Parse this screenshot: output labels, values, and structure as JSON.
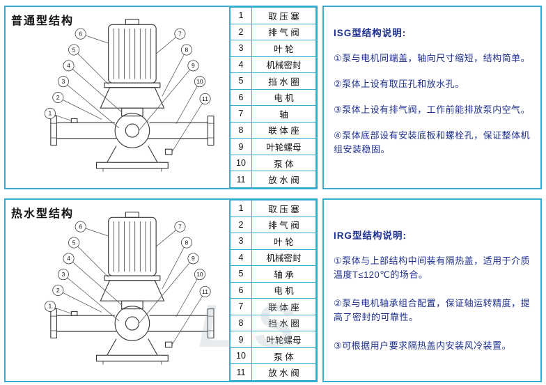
{
  "colors": {
    "accent": "#35aed3",
    "desc_text": "#1c2f8e",
    "diagram_line": "#3a3a3a"
  },
  "watermark": "LS",
  "sections": [
    {
      "title": "普通型结构",
      "callouts": [
        "6",
        "5",
        "4",
        "3",
        "2",
        "1",
        "7",
        "8",
        "9",
        "10",
        "11"
      ],
      "parts": [
        {
          "no": "1",
          "name": "取 压 塞"
        },
        {
          "no": "2",
          "name": "排 气 阀"
        },
        {
          "no": "3",
          "name": "叶  轮"
        },
        {
          "no": "4",
          "name": "机械密封"
        },
        {
          "no": "5",
          "name": "挡 水 圈"
        },
        {
          "no": "6",
          "name": "电  机"
        },
        {
          "no": "7",
          "name": "轴"
        },
        {
          "no": "8",
          "name": "联 体 座"
        },
        {
          "no": "9",
          "name": "叶轮螺母"
        },
        {
          "no": "10",
          "name": "泵  体"
        },
        {
          "no": "11",
          "name": "放 水 阀"
        }
      ],
      "desc_title": "ISG型结构说明:",
      "desc_lines": [
        "①泵与电机同端盖，轴向尺寸缩短，结构简单。",
        "②泵体上设有取压孔和放水孔。",
        "③泵体上设有排气阀，工作前能排放泵内空气。",
        "④泵体底部设有安装底板和螺栓孔，保证整体机组安装稳固。"
      ]
    },
    {
      "title": "热水型结构",
      "callouts": [
        "6",
        "5",
        "4",
        "3",
        "2",
        "1",
        "7",
        "8",
        "9",
        "10",
        "11"
      ],
      "parts": [
        {
          "no": "1",
          "name": "取 压 塞"
        },
        {
          "no": "2",
          "name": "排 气 阀"
        },
        {
          "no": "3",
          "name": "叶  轮"
        },
        {
          "no": "4",
          "name": "机械密封"
        },
        {
          "no": "5",
          "name": "轴  承"
        },
        {
          "no": "6",
          "name": "电  机"
        },
        {
          "no": "7",
          "name": "联 体 座"
        },
        {
          "no": "8",
          "name": "挡 水 圈"
        },
        {
          "no": "9",
          "name": "叶轮螺母"
        },
        {
          "no": "10",
          "name": "泵  体"
        },
        {
          "no": "11",
          "name": "放 水 阀"
        }
      ],
      "desc_title": "IRG型结构说明:",
      "desc_lines": [
        "①泵体与上部结构中间装有隔热盖，适用于介质温度T≤120℃的场合。",
        "②泵与电机轴承组合配置，保证轴运转精度，提高了密封的可靠性。",
        "③可根据用户要求隔热盖内安装风冷装置。"
      ]
    }
  ]
}
